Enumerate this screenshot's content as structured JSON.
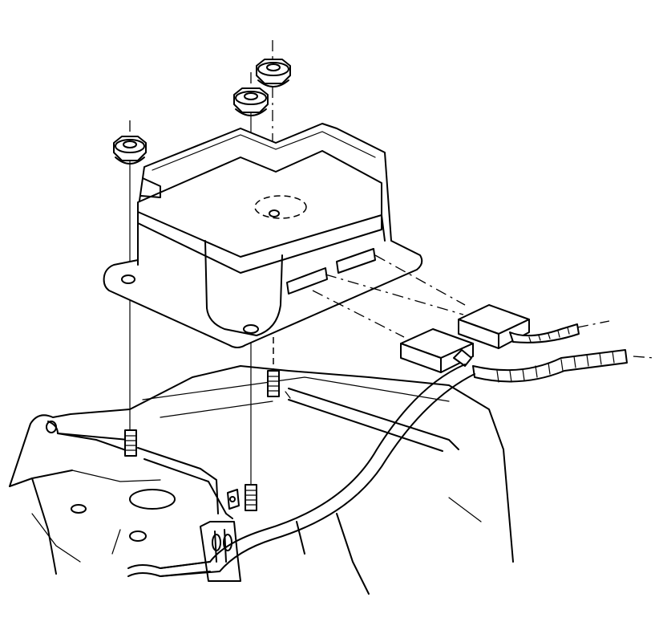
{
  "diagram": {
    "parts": [
      {
        "id": "mounting-bracket",
        "label": ""
      },
      {
        "id": "control-module",
        "label": ""
      },
      {
        "id": "nut",
        "label": ""
      },
      {
        "id": "stud",
        "label": ""
      },
      {
        "id": "electrical-connector",
        "label": ""
      },
      {
        "id": "wiring-harness",
        "label": ""
      }
    ]
  }
}
